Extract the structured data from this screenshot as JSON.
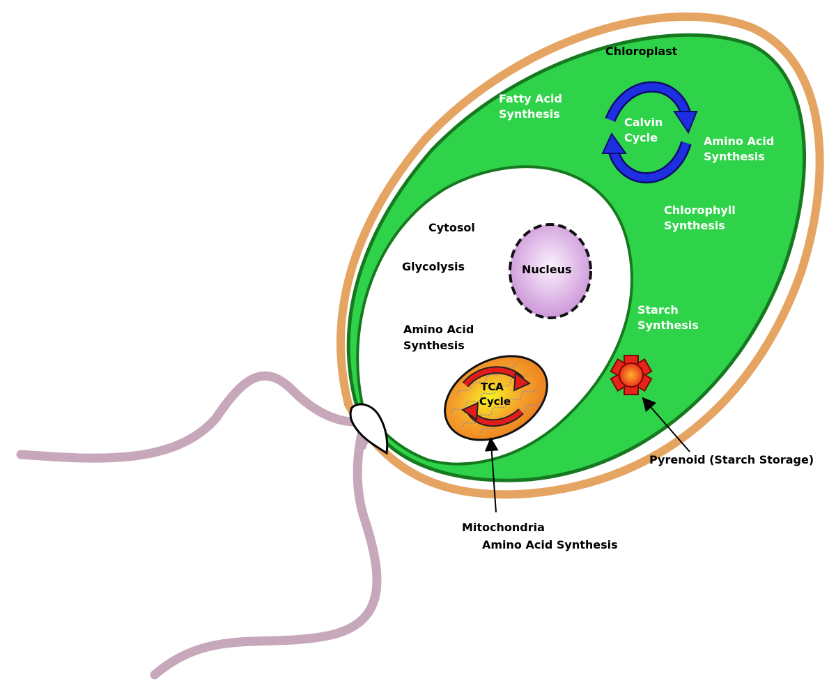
{
  "labels": {
    "chloroplast": "Chloroplast",
    "fatty_acid_line1": "Fatty Acid",
    "fatty_acid_line2": "Synthesis",
    "calvin_line1": "Calvin",
    "calvin_line2": "Cycle",
    "chloro_amino_line1": "Amino Acid",
    "chloro_amino_line2": "Synthesis",
    "chlorophyll_line1": "Chlorophyll",
    "chlorophyll_line2": "Synthesis",
    "starch_line1": "Starch",
    "starch_line2": "Synthesis",
    "cytosol": "Cytosol",
    "glycolysis": "Glycolysis",
    "cyto_amino_line1": "Amino Acid",
    "cyto_amino_line2": "Synthesis",
    "nucleus": "Nucleus",
    "tca_line1": "TCA",
    "tca_line2": "Cycle",
    "pyrenoid": "Pyrenoid (Starch Storage)",
    "mito_line1": "Mitochondria",
    "mito_line2": "Amino Acid Synthesis"
  },
  "colors": {
    "cell_wall": "#e5a462",
    "chloroplast": "#2fd34a",
    "chloroplast_outline": "#17791f",
    "cytosol": "#ffffff",
    "nucleus": "#d9a8e3",
    "mitochondria": "#f39a2c",
    "calvin_arrow": "#1d2fe0",
    "tca_arrow": "#e21b1b",
    "pyrenoid": "#e8241a",
    "flagella": "#c7a8bb"
  }
}
